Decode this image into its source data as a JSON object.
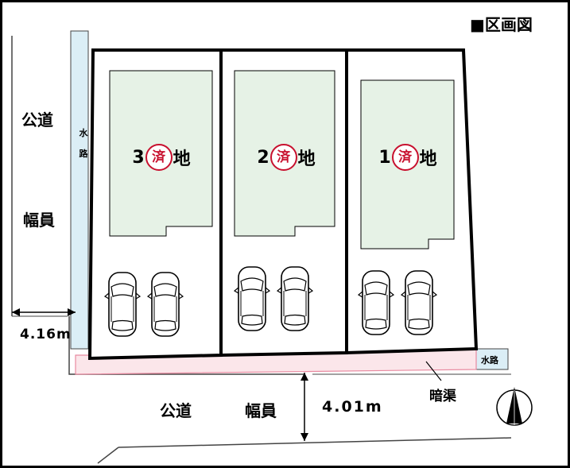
{
  "title": "■区画図",
  "road_left": {
    "label1": "公道",
    "label2": "幅員",
    "width": "4.16m"
  },
  "road_bottom": {
    "label1": "公道",
    "label2": "幅員",
    "width": "4.01m"
  },
  "waterway_label": "水路",
  "culvert_label": "暗渠",
  "lots": [
    {
      "num": "3",
      "suffix": "地",
      "status": "済"
    },
    {
      "num": "2",
      "suffix": "地",
      "status": "済"
    },
    {
      "num": "1",
      "suffix": "地",
      "status": "済"
    }
  ],
  "colors": {
    "building": "#e6f2e6",
    "waterway": "#dbeef6",
    "strip": "#fbe6ea",
    "sold": "#c8102e"
  },
  "icons": [
    "north-arrow-icon",
    "car-icon"
  ]
}
